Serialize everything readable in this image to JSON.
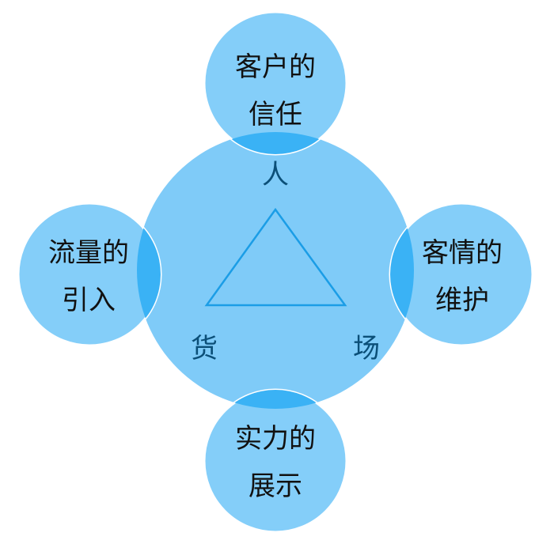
{
  "colors": {
    "main_circle": "#7fcbf8",
    "satellite_circle": "#84cef9",
    "overlap": "#3ab2f5",
    "triangle_stroke": "#1b9de6",
    "axis_text": "#0b4f78",
    "satellite_text": "#111111"
  },
  "center": {
    "person_label": "人",
    "goods_label": "货",
    "place_label": "场"
  },
  "satellites": {
    "top": {
      "line1": "客户的",
      "line2": "信任"
    },
    "left": {
      "line1": "流量的",
      "line2": "引入"
    },
    "right": {
      "line1": "客情的",
      "line2": "维护"
    },
    "bottom": {
      "line1": "实力的",
      "line2": "展示"
    }
  }
}
